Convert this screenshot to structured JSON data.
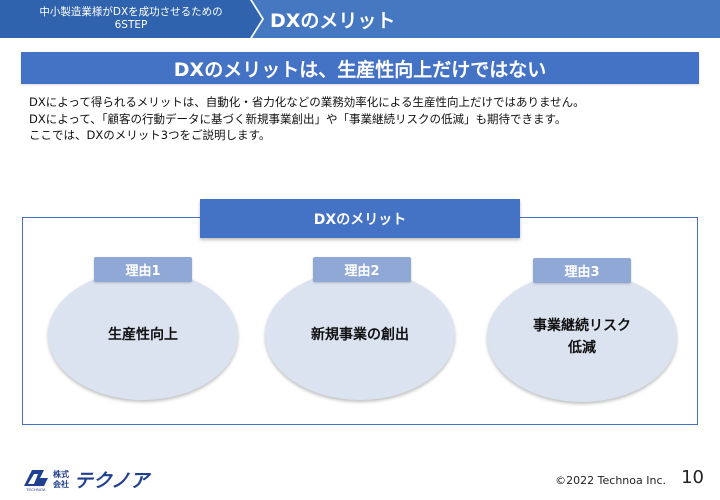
{
  "header": {
    "subtitle_line1": "中小製造業様がDXを成功させるための",
    "subtitle_line2": "6STEP",
    "section_title": "DXのメリット"
  },
  "title_bar": "DXのメリットは、生産性向上だけではない",
  "description": [
    "DXによって得られるメリットは、自動化・省力化などの業務効率化による生産性向上だけではありません。",
    "DXによって、「顧客の行動データに基づく新規事業創出」や「事業継続リスクの低減」も期待できます。",
    "ここでは、DXのメリット3つをご説明します。"
  ],
  "panel": {
    "label": "DXのメリット",
    "reasons": [
      {
        "tag": "理由1",
        "lines": [
          "生産性向上"
        ]
      },
      {
        "tag": "理由2",
        "lines": [
          "新規事業の創出"
        ]
      },
      {
        "tag": "理由3",
        "lines": [
          "事業継続リスク",
          "低減"
        ]
      }
    ]
  },
  "footer": {
    "logo_small_1": "株式",
    "logo_small_2": "会社",
    "logo_brand": "テクノア",
    "logo_sub": "TECHNOA",
    "copyright": "©2022 Technoa Inc.",
    "page_number": "10"
  },
  "colors": {
    "header_dark": "#2f63ad",
    "header_light": "#4678c2",
    "accent": "#4472c4",
    "ellipse_fill": "#dbe3f1",
    "tag_fill": "#8fa8d6"
  }
}
